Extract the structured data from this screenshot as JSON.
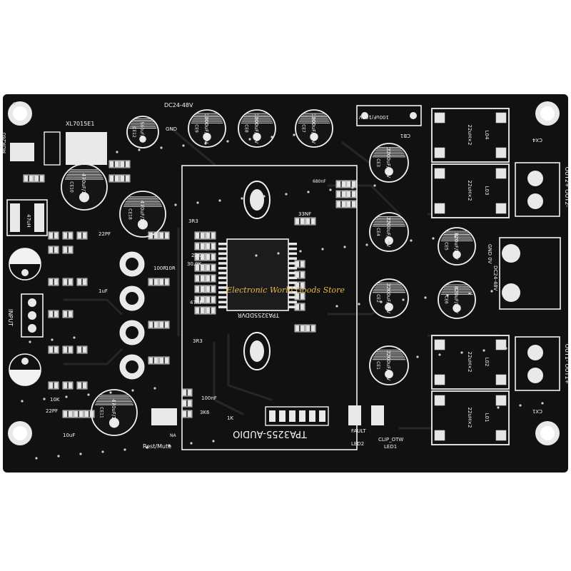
{
  "board": {
    "title": "TPA3255-AUDIO",
    "watermark": "Electronic World Goods Store",
    "colors": {
      "solder_mask": "#111111",
      "silkscreen": "#f2f2f2",
      "trace": "#262626",
      "pad": "#e6e6e6",
      "watermark": "#e8b84a"
    }
  },
  "labels": {
    "dc_power": "DC24-48V",
    "gnd": "GND",
    "regulator": "XL7015E1",
    "cb1": "CB1",
    "cap_100uf": "100uF/100V",
    "input": "INPUT",
    "rest_mute": "Rest/Mute",
    "fault": "FAULT",
    "led2": "LED2",
    "clip_otw": "CLIP_OTW",
    "led1": "LED1",
    "out1": "OUT1- OUT1+",
    "out2": "OUT2+ OUT2-",
    "cx1": "CX1",
    "cx4": "CX4",
    "chip": "TPA3255DDVR",
    "r3": "3R3",
    "k6": "3K6",
    "na": "NA",
    "pf22": "22PF",
    "uf10": "10uF",
    "k10": "10K",
    "nf100": "100nF",
    "nf33": "33NF",
    "nf680": "680nF",
    "r100": "100R",
    "r10": "10R",
    "uf1": "1uF",
    "k22": "22K",
    "k30": "30.9K",
    "nf47": "47nF",
    "u47": "47uH",
    "mur260": "MUR260",
    "dc_in_side": "DC24-48V",
    "gnd_side": "GND  0V",
    "tp33": "3R3",
    "one_k": "1K",
    "pf22b": "22PF"
  },
  "capacitors_large": [
    {
      "ref": "CE9",
      "value": "1000uF/50V"
    },
    {
      "ref": "CE8",
      "value": "1000uF/50V"
    },
    {
      "ref": "CE7",
      "value": "1000uF/50V"
    },
    {
      "ref": "CE3",
      "value": "2200uF/25V"
    },
    {
      "ref": "CE4",
      "value": "2200uF/25V"
    },
    {
      "ref": "CE2",
      "value": "2200uF/25V"
    },
    {
      "ref": "CE1",
      "value": "2200uF/25V"
    },
    {
      "ref": "CE5",
      "value": "820uF/25V"
    },
    {
      "ref": "CE6",
      "value": "820uF/25V"
    },
    {
      "ref": "CE10",
      "value": "470uF/16V"
    },
    {
      "ref": "CE18",
      "value": "470uF/16V"
    },
    {
      "ref": "CE11",
      "value": "470uF/16V"
    },
    {
      "ref": "CE12",
      "value": "560uF/4V"
    }
  ],
  "inductors": [
    {
      "ref": "L04",
      "value": "22uH×2"
    },
    {
      "ref": "L03",
      "value": "22uH×2"
    },
    {
      "ref": "L02",
      "value": "22uH×2"
    },
    {
      "ref": "L01",
      "value": "22uH×2"
    }
  ]
}
